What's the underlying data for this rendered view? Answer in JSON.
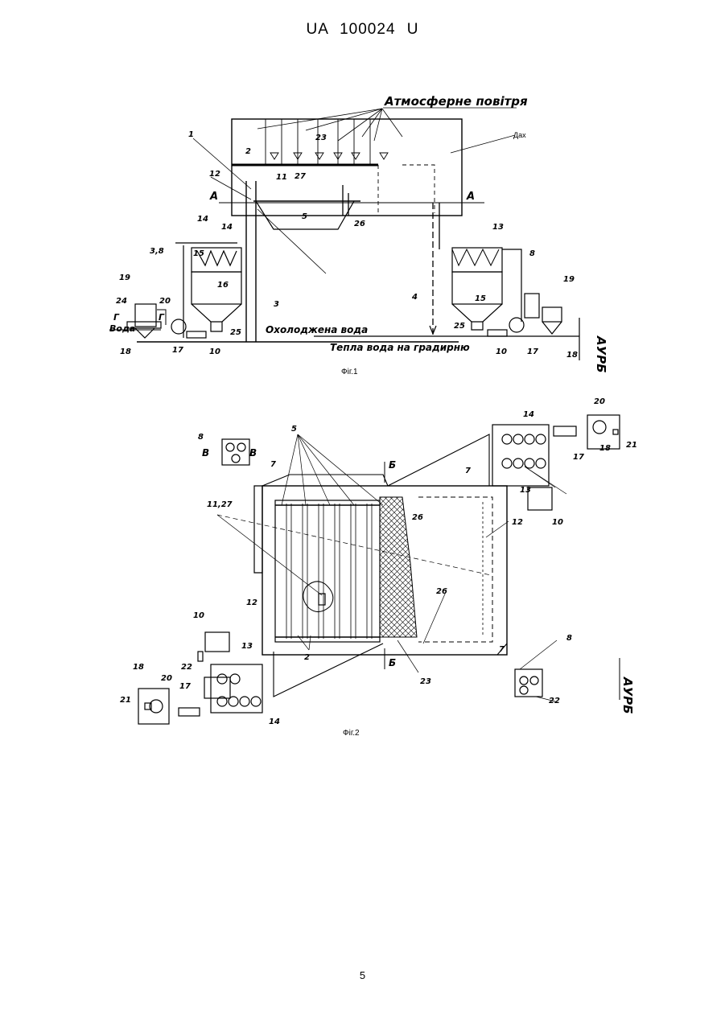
{
  "header": {
    "doc_id": "UA   100024   U"
  },
  "page_number": "5",
  "fig1": {
    "caption": "Фіг.1",
    "atm_air": "Атмосферне повітря",
    "roof": "Дах",
    "cooled_water": "Охолоджена вода",
    "warm_water": "Тепла вода на градирню",
    "water": "Вода",
    "section_a": "А",
    "section_g": "Г",
    "stamp": "АУРБ",
    "labels": [
      "1",
      "2",
      "23",
      "11",
      "27",
      "12",
      "26",
      "5",
      "14",
      "14",
      "15",
      "16",
      "3,8",
      "19",
      "24",
      "20",
      "17",
      "10",
      "25",
      "18",
      "3",
      "4",
      "13",
      "8",
      "19",
      "15",
      "25",
      "17",
      "10",
      "18"
    ]
  },
  "fig2": {
    "caption": "Фіг.2",
    "section_b": "Б",
    "section_v": "В",
    "stamp": "АУРБ",
    "labels": [
      "5",
      "8",
      "7",
      "11,27",
      "12",
      "10",
      "13",
      "22",
      "18",
      "20",
      "17",
      "21",
      "14",
      "2",
      "23",
      "26",
      "26",
      "12",
      "10",
      "14",
      "13",
      "7",
      "20",
      "18",
      "21",
      "17",
      "7",
      "8",
      "22"
    ]
  }
}
